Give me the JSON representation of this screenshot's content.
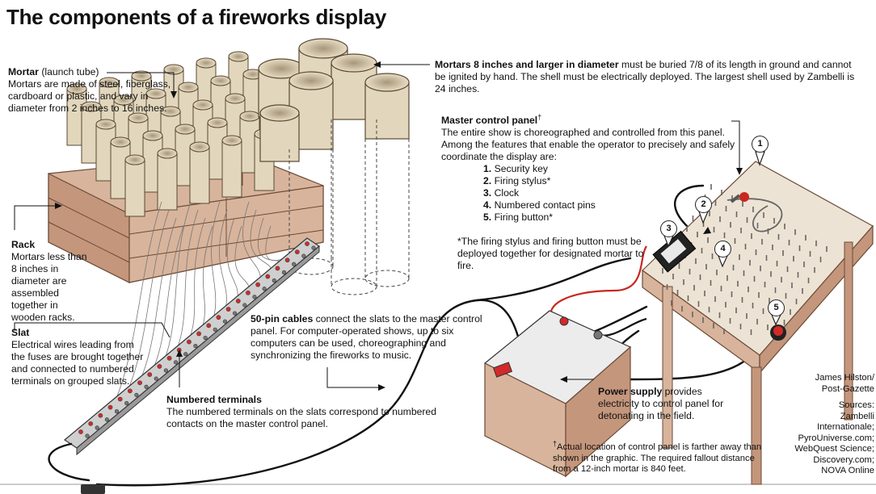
{
  "title": "The components of a fireworks display",
  "mortar": {
    "heading": "Mortar",
    "heading_note": "(launch tube)",
    "body": "Mortars are made of steel, fiberglass, cardboard or plastic, and vary in diameter from 2 inches to 16 inches."
  },
  "large_mortars": {
    "heading": "Mortars 8 inches and larger in diameter",
    "body": "must be buried 7/8 of its length in ground and cannot be ignited by hand. The shell must be electrically deployed. The largest shell used by Zambelli is 24 inches."
  },
  "master_panel": {
    "heading": "Master control panel",
    "dagger": "†",
    "intro": "The entire show is choreographed and controlled from this panel. Among the features that enable the operator to precisely and safely coordinate the display are:",
    "features": [
      {
        "num": "1.",
        "label": "Security key"
      },
      {
        "num": "2.",
        "label": "Firing stylus*"
      },
      {
        "num": "3.",
        "label": "Clock"
      },
      {
        "num": "4.",
        "label": "Numbered contact pins"
      },
      {
        "num": "5.",
        "label": "Firing button*"
      }
    ],
    "footnote": "*The firing stylus and firing button must be deployed together for designated mortar to fire."
  },
  "rack": {
    "heading": "Rack",
    "body": "Mortars less than 8 inches in diameter are assembled together in wooden racks."
  },
  "slat": {
    "heading": "Slat",
    "body": "Electrical wires leading from the fuses are brought together and connected to numbered terminals on grouped slats."
  },
  "cables": {
    "heading": "50-pin cables",
    "body": "connect the slats to the master control panel. For computer-operated shows, up to six computers can be used, choreographing and synchronizing the fireworks to music."
  },
  "terminals": {
    "heading": "Numbered terminals",
    "body": "The numbered terminals on the slats correspond to numbered contacts on the master control panel."
  },
  "power": {
    "heading": "Power supply",
    "body": "provides electricity to control panel for detonating in the field."
  },
  "dagger_note": {
    "mark": "†",
    "body": "Actual location of control panel is farther away than shown in the graphic. The required fallout distance from a 12-inch mortar is 840 feet."
  },
  "credit": {
    "line1": "James Hilston/",
    "line2": "Post-Gazette"
  },
  "sources": {
    "label": "Sources:",
    "items": [
      "Zambelli",
      "Internationale;",
      "PyroUniverse.com;",
      "WebQuest Science;",
      "Discovery.com;",
      "NOVA Online"
    ]
  },
  "callouts": [
    "1",
    "2",
    "3",
    "4",
    "5"
  ],
  "colors": {
    "wood": "#d8b49c",
    "wood_dark": "#b88c72",
    "tube": "#e2d7bd",
    "tube_shade": "#c8b994",
    "slat": "#c9c9c9",
    "cable": "#111111",
    "terminal_red": "#d22a2a",
    "battery": "#e4e4e4",
    "panel_top": "#ede3d4"
  }
}
